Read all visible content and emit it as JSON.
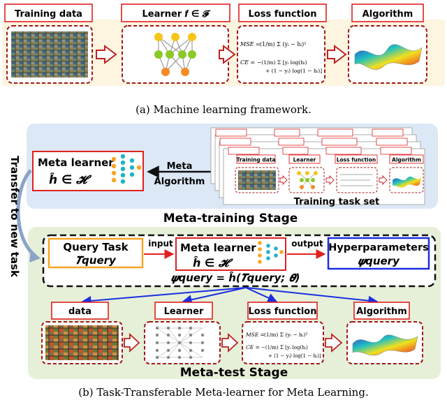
{
  "panel_a": {
    "boxes": [
      "Training data",
      "Learner 𝒇 ∈ 𝓕",
      "Loss function",
      "Algorithm"
    ],
    "formula_mse_lhs": "MSE =",
    "formula_mse_rhs": "(1/m) Σ (yᵢ − hᵢ)²",
    "formula_ce_lhs": "CE =",
    "formula_ce_rhs1": "−(1/m) Σ [yᵢ log(hᵢ)",
    "formula_ce_rhs2": "+ (1 − yᵢ) log(1 − hᵢ)]",
    "caption": "(a)  Machine learning framework."
  },
  "panel_b": {
    "meta_learner_title": "Meta learner",
    "meta_learner_formula": "ĥ ∈ 𝓗",
    "meta_algorithm_line1": "Meta",
    "meta_algorithm_line2": "Algorithm",
    "task_boxes": [
      "Training data",
      "Learner",
      "Loss function",
      "Algorithm"
    ],
    "training_task_set": "Training task set",
    "meta_training_stage": "Meta-training Stage",
    "side_label": "Transfer to new task",
    "query_task_title": "Query Task",
    "query_task_symbol": "𝑻query",
    "input_label": "input",
    "output_label": "output",
    "center_title": "Meta learner",
    "center_formula": "ĥ ∈ 𝓗",
    "hyper_title": "Hyperparameters",
    "hyper_symbol": "𝝍query",
    "psi_equation": "𝝍query = ĥ(𝑻query; 𝜽)",
    "bottom_boxes": [
      "data",
      "Learner",
      "Loss function",
      "Algorithm"
    ],
    "meta_test_stage": "Meta-test Stage",
    "caption": "(b)  Task-Transferable Meta-learner for Meta Learning."
  },
  "colors": {
    "red": "#e02020",
    "dash_red": "#a01818",
    "blue": "#1a2ee0",
    "orange": "#f5a623",
    "top_bg": "#fdf5e0",
    "train_bg": "#dce8f5",
    "test_bg": "#e6f0d8"
  }
}
